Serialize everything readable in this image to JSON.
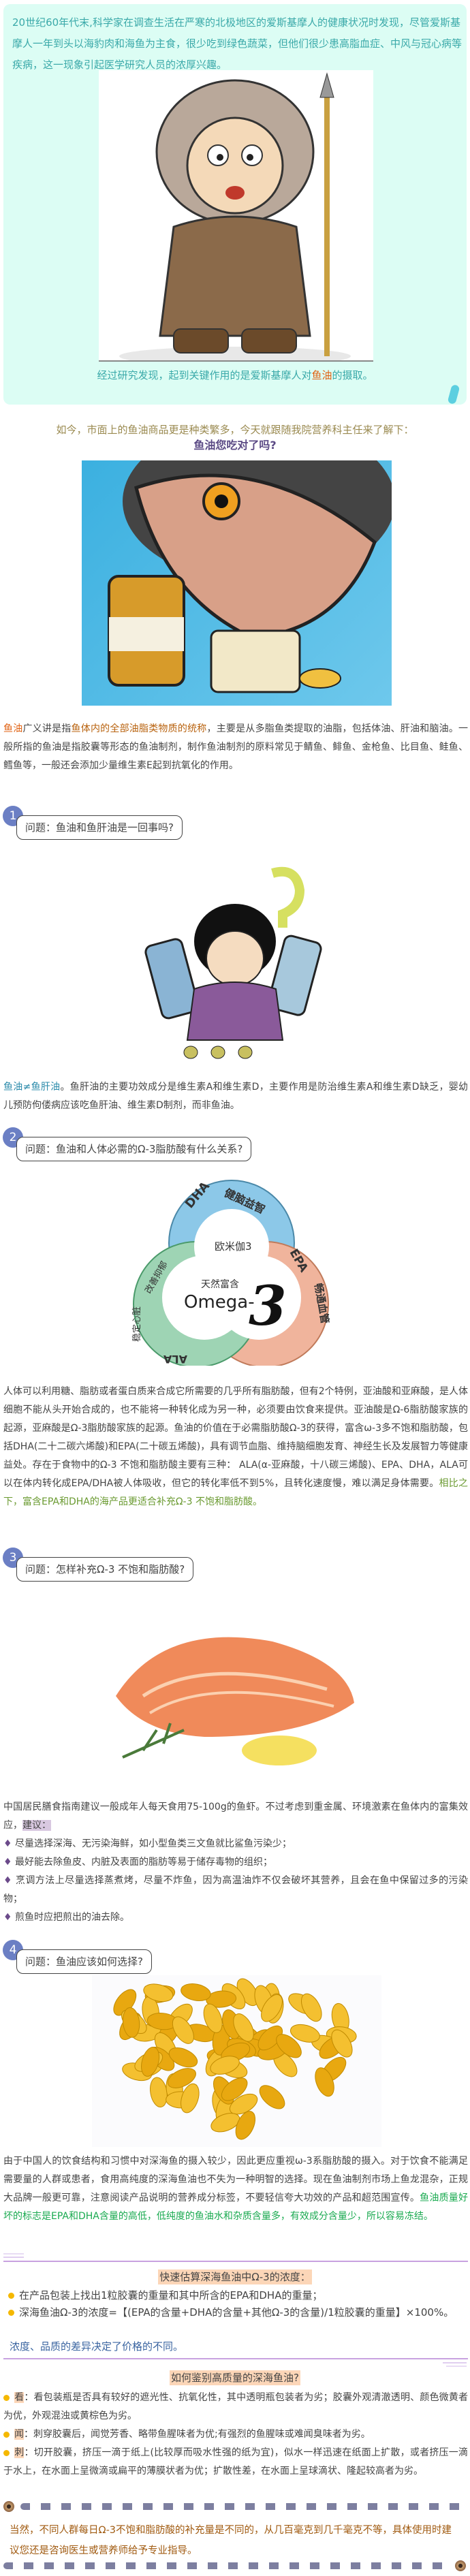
{
  "intro_box": {
    "text": "20世纪60年代末,科学家在调查生活在严寒的北极地区的爱斯基摩人的健康状况时发现，尽管爱斯基摩人一年到头以海豹肉和海鱼为主食，很少吃到绿色蔬菜，但他们很少患高脂血症、中风与冠心病等疾病，这一现象引起医学研究人员的浓厚兴趣。",
    "finding_prefix": "经过研究发现，起到关键作用的是爱斯基摩人对",
    "finding_highlight": "鱼油",
    "finding_suffix": "的摄取。"
  },
  "lead": {
    "text": "如今，市面上的鱼油商品更是种类繁多，今天就跟随我院营养科主任来了解下：",
    "title": "鱼油您吃对了吗?"
  },
  "definition": {
    "term": "鱼油",
    "seg1": "广义讲是指",
    "highlight": "鱼体内的全部油脂类物质的统称",
    "rest": "，主要是从多脂鱼类提取的油脂，包括体油、肝油和脑油。一般所指的鱼油是指胶囊等形态的鱼油制剂，制作鱼油制剂的原料常见于鲭鱼、鲱鱼、金枪鱼、比目鱼、鲑鱼、鳕鱼等，一般还会添加少量维生素E起到抗氧化的作用。"
  },
  "questions": [
    {
      "num": "1",
      "text": "问题：鱼油和鱼肝油是一回事吗?"
    },
    {
      "num": "2",
      "text": "问题：鱼油和人体必需的Ω-3脂肪酸有什么关系?"
    },
    {
      "num": "3",
      "text": "问题：怎样补充Ω-3 不饱和脂肪酸?"
    },
    {
      "num": "4",
      "text": "问题：鱼油应该如何选择?"
    }
  ],
  "answer1": {
    "highlight": "鱼油≠鱼肝油",
    "rest": "。鱼肝油的主要功效成分是维生素A和维生素D，主要作用是防治维生素A和维生素D缺乏，婴幼儿预防佝偻病应该吃鱼肝油、维生素D制剂，而非鱼油。"
  },
  "omega_diagram": {
    "center_top": "欧米伽3",
    "center_small": "天然富含",
    "center_main": "Omega-",
    "center_num": "3",
    "dha": "DHA",
    "dha_benefit": "健脑益智",
    "epa": "EPA",
    "epa_benefit": "畅通血管",
    "ala": "ALA",
    "ala_benefit": "稳定心脏",
    "ala_benefit2": "改善抑郁",
    "colors": {
      "dha": "#8cc8e8",
      "epa": "#f0b49c",
      "ala": "#9ed4b4"
    }
  },
  "answer2": {
    "text": "人体可以利用糖、脂肪或者蛋白质来合成它所需要的几乎所有脂肪酸，但有2个特例，亚油酸和亚麻酸，是人体细胞不能从头开始合成的，也不能将一种转化成为另一种，必须要由饮食来提供。亚油酸是Ω-6脂肪酸家族的起源，亚麻酸是Ω-3脂肪酸家族的起源。鱼油的价值在于必需脂肪酸Ω-3的获得，富含ω-3多不饱和脂肪酸，包括DHA(二十二碳六烯酸)和EPA(二十碳五烯酸)，具有调节血脂、维持脑细胞发育、神经生长及发展智力等健康益处。存在于食物中的Ω-3 不饱和脂肪酸主要有三种： ALA(α-亚麻酸，十八碳三烯酸)、EPA、DHA，ALA可以在体内转化成EPA/DHA被人体吸收，但它的转化率低不到5%，且转化速度慢，难以满足身体需要。",
    "highlight": "相比之下，富含EPA和DHA的海产品更适合补充Ω-3 不饱和脂肪酸。"
  },
  "answer3": {
    "text": "中国居民膳食指南建议一般成年人每天食用75-100g的鱼虾。不过考虑到重金属、环境激素在鱼体内的富集效应，",
    "advice_label": "建议：",
    "bullets": [
      "尽量选择深海、无污染海鲜，如小型鱼类三文鱼就比鲨鱼污染少；",
      "最好能去除鱼皮、内脏及表面的脂肪等易于储存毒物的组织；",
      "烹调方法上尽量选择蒸煮烤，尽量不炸鱼，因为高温油炸不仅会破坏其营养，且会在鱼中保留过多的污染物；",
      "煎鱼时应把煎出的油去除。"
    ],
    "bullet_icon": "diamond-icon"
  },
  "answer4": {
    "text": "由于中国人的饮食结构和习惯中对深海鱼的摄入较少，因此更应重视ω-3系脂肪酸的摄入。对于饮食不能满足需要量的人群或患者，食用高纯度的深海鱼油也不失为一种明智的选择。现在鱼油制剂市场上鱼龙混杂，正规大品牌一般更可靠，注意阅读产品说明的营养成分标签，不要轻信夸大功效的产品和超范围宣传。",
    "highlight": "鱼油质量好坏的标志是EPA和DHA含量的高低，低纯度的鱼油水和杂质含量多，有效成分含量少，所以容易冻结。"
  },
  "estimate": {
    "title": "快速估算深海鱼油中Ω-3的浓度：",
    "bullets": [
      "在产品包装上找出1粒胶囊的重量和其中所含的EPA和DHA的重量；",
      "深海鱼油Ω-3的浓度=【(EPA的含量+DHA的含量+其他Ω-3的含量)/1粒胶囊的重量】×100%。"
    ],
    "note": "浓度、品质的差异决定了价格的不同。"
  },
  "identify": {
    "title": "如何鉴别高质量的深海鱼油?",
    "items": [
      {
        "tag": "看",
        "text": "：看包装瓶是否具有较好的遮光性、抗氧化性，其中透明瓶包装者为劣；胶囊外观清澈透明、颜色微黄者为优，外观混浊或黄棕色为劣。"
      },
      {
        "tag": "闻",
        "text": "：刺穿胶囊后，闻觉芳香、略带鱼腥味者为优;有强烈的鱼腥味或难闻臭味者为劣。"
      },
      {
        "tag": "刺",
        "text": "：切开胶囊，挤压一滴于纸上(比较厚而吸水性强的纸为宜)，似水一样迅速在纸面上扩散，或者挤压一滴于水上，在水面上呈微滴或扁平的薄膜状者为优；扩散性差，在水面上呈球滴状、隆起较高者为劣。"
      }
    ]
  },
  "footer": {
    "text": "当然，不同人群每日Ω-3不饱和脂肪酸的补充量是不同的，从几百毫克到几千毫克不等，具体使用时建议您还是咨询医生或营养师给予专业指导。"
  },
  "colors": {
    "intro_bg": "#dcfdf4",
    "intro_text": "#3aa9a9",
    "accent_orange": "#e06010",
    "lead_text": "#9a8a50",
    "title_purple": "#5b4a85",
    "green": "#6a9a30",
    "bright_green": "#1aaa50",
    "footer_brown": "#a05a10",
    "question_badge": "#6b7fc4"
  }
}
